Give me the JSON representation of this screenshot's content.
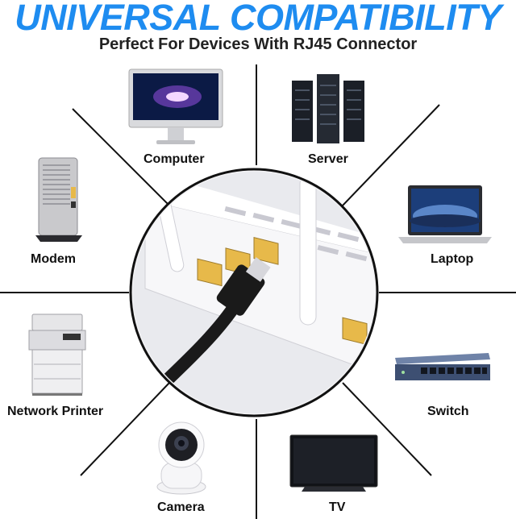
{
  "header": {
    "title": "UNIVERSAL COMPATIBILITY",
    "subtitle": "Perfect For Devices With RJ45 Connector"
  },
  "devices": {
    "computer": "Computer",
    "server": "Server",
    "modem": "Modem",
    "laptop": "Laptop",
    "printer": "Network Printer",
    "switch": "Switch",
    "camera": "Camera",
    "tv": "TV"
  },
  "colors": {
    "accent": "#1e8cf0",
    "port": "#e7b94a",
    "cable": "#1a1a1a"
  }
}
